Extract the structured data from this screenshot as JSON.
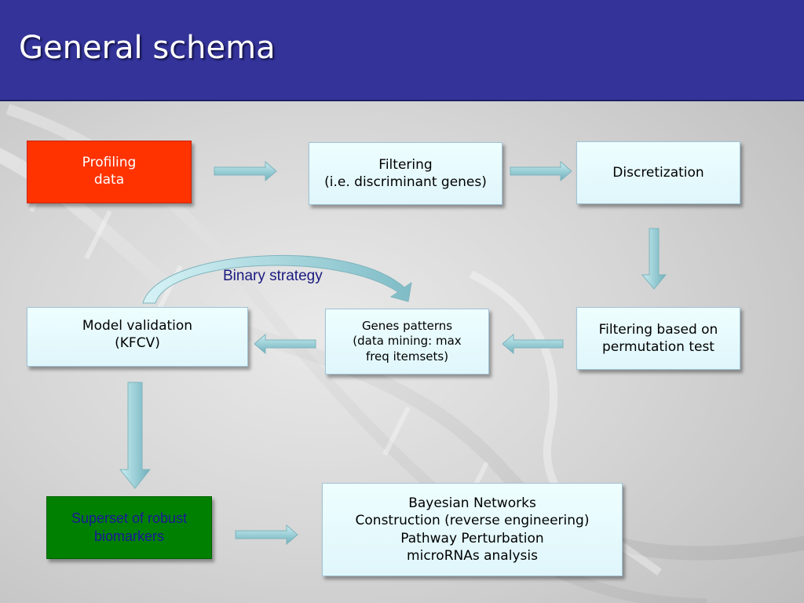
{
  "slide": {
    "title": "General schema"
  },
  "nodes": {
    "profiling": {
      "lines": [
        "Profiling",
        "data"
      ],
      "color": "#ff3300",
      "text_color": "#ffffff"
    },
    "filtering": {
      "lines": [
        "Filtering",
        "(i.e. discriminant genes)"
      ]
    },
    "discretization": {
      "lines": [
        "Discretization"
      ]
    },
    "model_validation": {
      "lines": [
        "Model validation",
        "(KFCV)"
      ]
    },
    "genes_patterns": {
      "lines": [
        "Genes patterns",
        "(data mining: max",
        "freq itemsets)"
      ]
    },
    "filtering_permutation": {
      "lines": [
        "Filtering based on",
        "permutation test"
      ]
    },
    "superset": {
      "lines": [
        "Superset of robust",
        "biomarkers"
      ],
      "color": "#008000",
      "text_color": "#1a1a99"
    },
    "bayesian": {
      "lines": [
        "Bayesian Networks",
        "Construction (reverse engineering)",
        "Pathway Perturbation",
        "microRNAs analysis"
      ]
    }
  },
  "annotations": {
    "binary_strategy": "Binary strategy"
  },
  "colors": {
    "header": "#333399",
    "box_fill": "#e8fbfd",
    "arrow_fill": "#8cc7cf"
  }
}
